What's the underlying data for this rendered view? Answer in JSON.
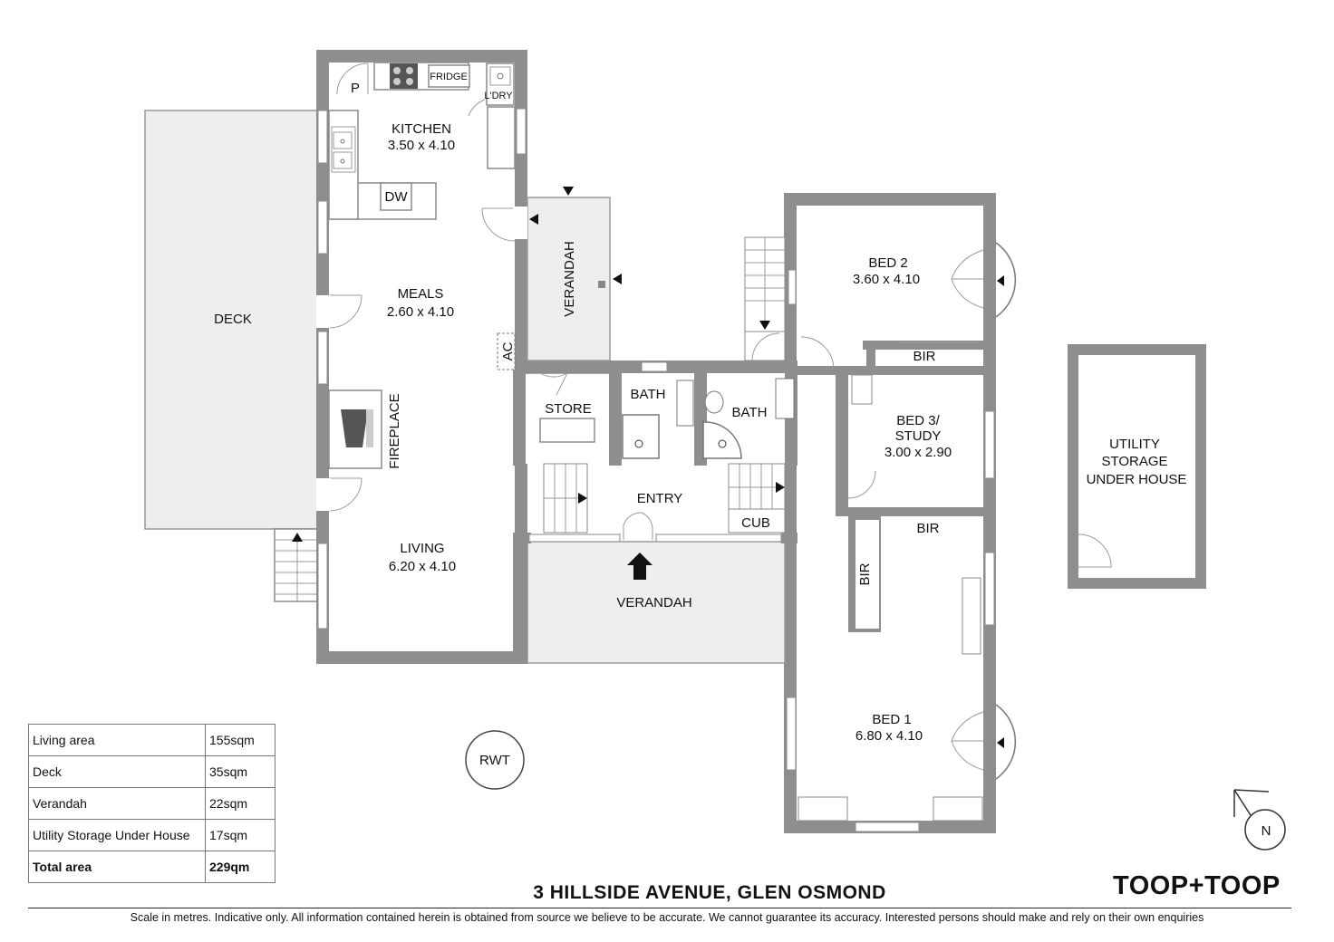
{
  "rooms": {
    "kitchen": {
      "name": "KITCHEN",
      "size": "3.50 x 4.10"
    },
    "meals": {
      "name": "MEALS",
      "size": "2.60 x 4.10"
    },
    "living": {
      "name": "LIVING",
      "size": "6.20 x 4.10"
    },
    "deck": {
      "name": "DECK"
    },
    "verandah_side": {
      "name": "VERANDAH"
    },
    "verandah_front": {
      "name": "VERANDAH"
    },
    "store": {
      "name": "STORE"
    },
    "bath1": {
      "name": "BATH"
    },
    "bath2": {
      "name": "BATH"
    },
    "entry": {
      "name": "ENTRY"
    },
    "cub": {
      "name": "CUB"
    },
    "bed2": {
      "name": "BED 2",
      "size": "3.60 x 4.10"
    },
    "bed2_bir": {
      "name": "BIR"
    },
    "bed3": {
      "line1": "BED 3/",
      "line2": "STUDY",
      "size": "3.00 x 2.90"
    },
    "bed1_bir_top": {
      "name": "BIR"
    },
    "bed1_bir_side": {
      "name": "BIR"
    },
    "bed1": {
      "name": "BED 1",
      "size": "6.80 x 4.10"
    },
    "utility": {
      "line1": "UTILITY",
      "line2": "STORAGE",
      "line3": "UNDER HOUSE"
    }
  },
  "fixtures": {
    "pantry": "P",
    "fridge": "FRIDGE",
    "laundry": "L'DRY",
    "dishwasher": "DW",
    "fireplace": "FIREPLACE",
    "ac": "AC",
    "rwt": "RWT",
    "north": "N"
  },
  "area_table": [
    {
      "label": "Living area",
      "value": "155sqm"
    },
    {
      "label": "Deck",
      "value": "35sqm"
    },
    {
      "label": "Verandah",
      "value": "22sqm"
    },
    {
      "label": "Utility Storage Under House",
      "value": "17sqm"
    },
    {
      "label": "Total area",
      "value": "229qm"
    }
  ],
  "address": "3 HILLSIDE AVENUE, GLEN OSMOND",
  "brand": "TOOP+TOOP",
  "disclaimer": "Scale in metres. Indicative only. All information contained herein is obtained from source we believe to be accurate. We cannot guarantee its accuracy. Interested persons should make and rely on their own enquiries",
  "colors": {
    "wall": "#8e8e8e",
    "exterior": "#eeeeee"
  }
}
